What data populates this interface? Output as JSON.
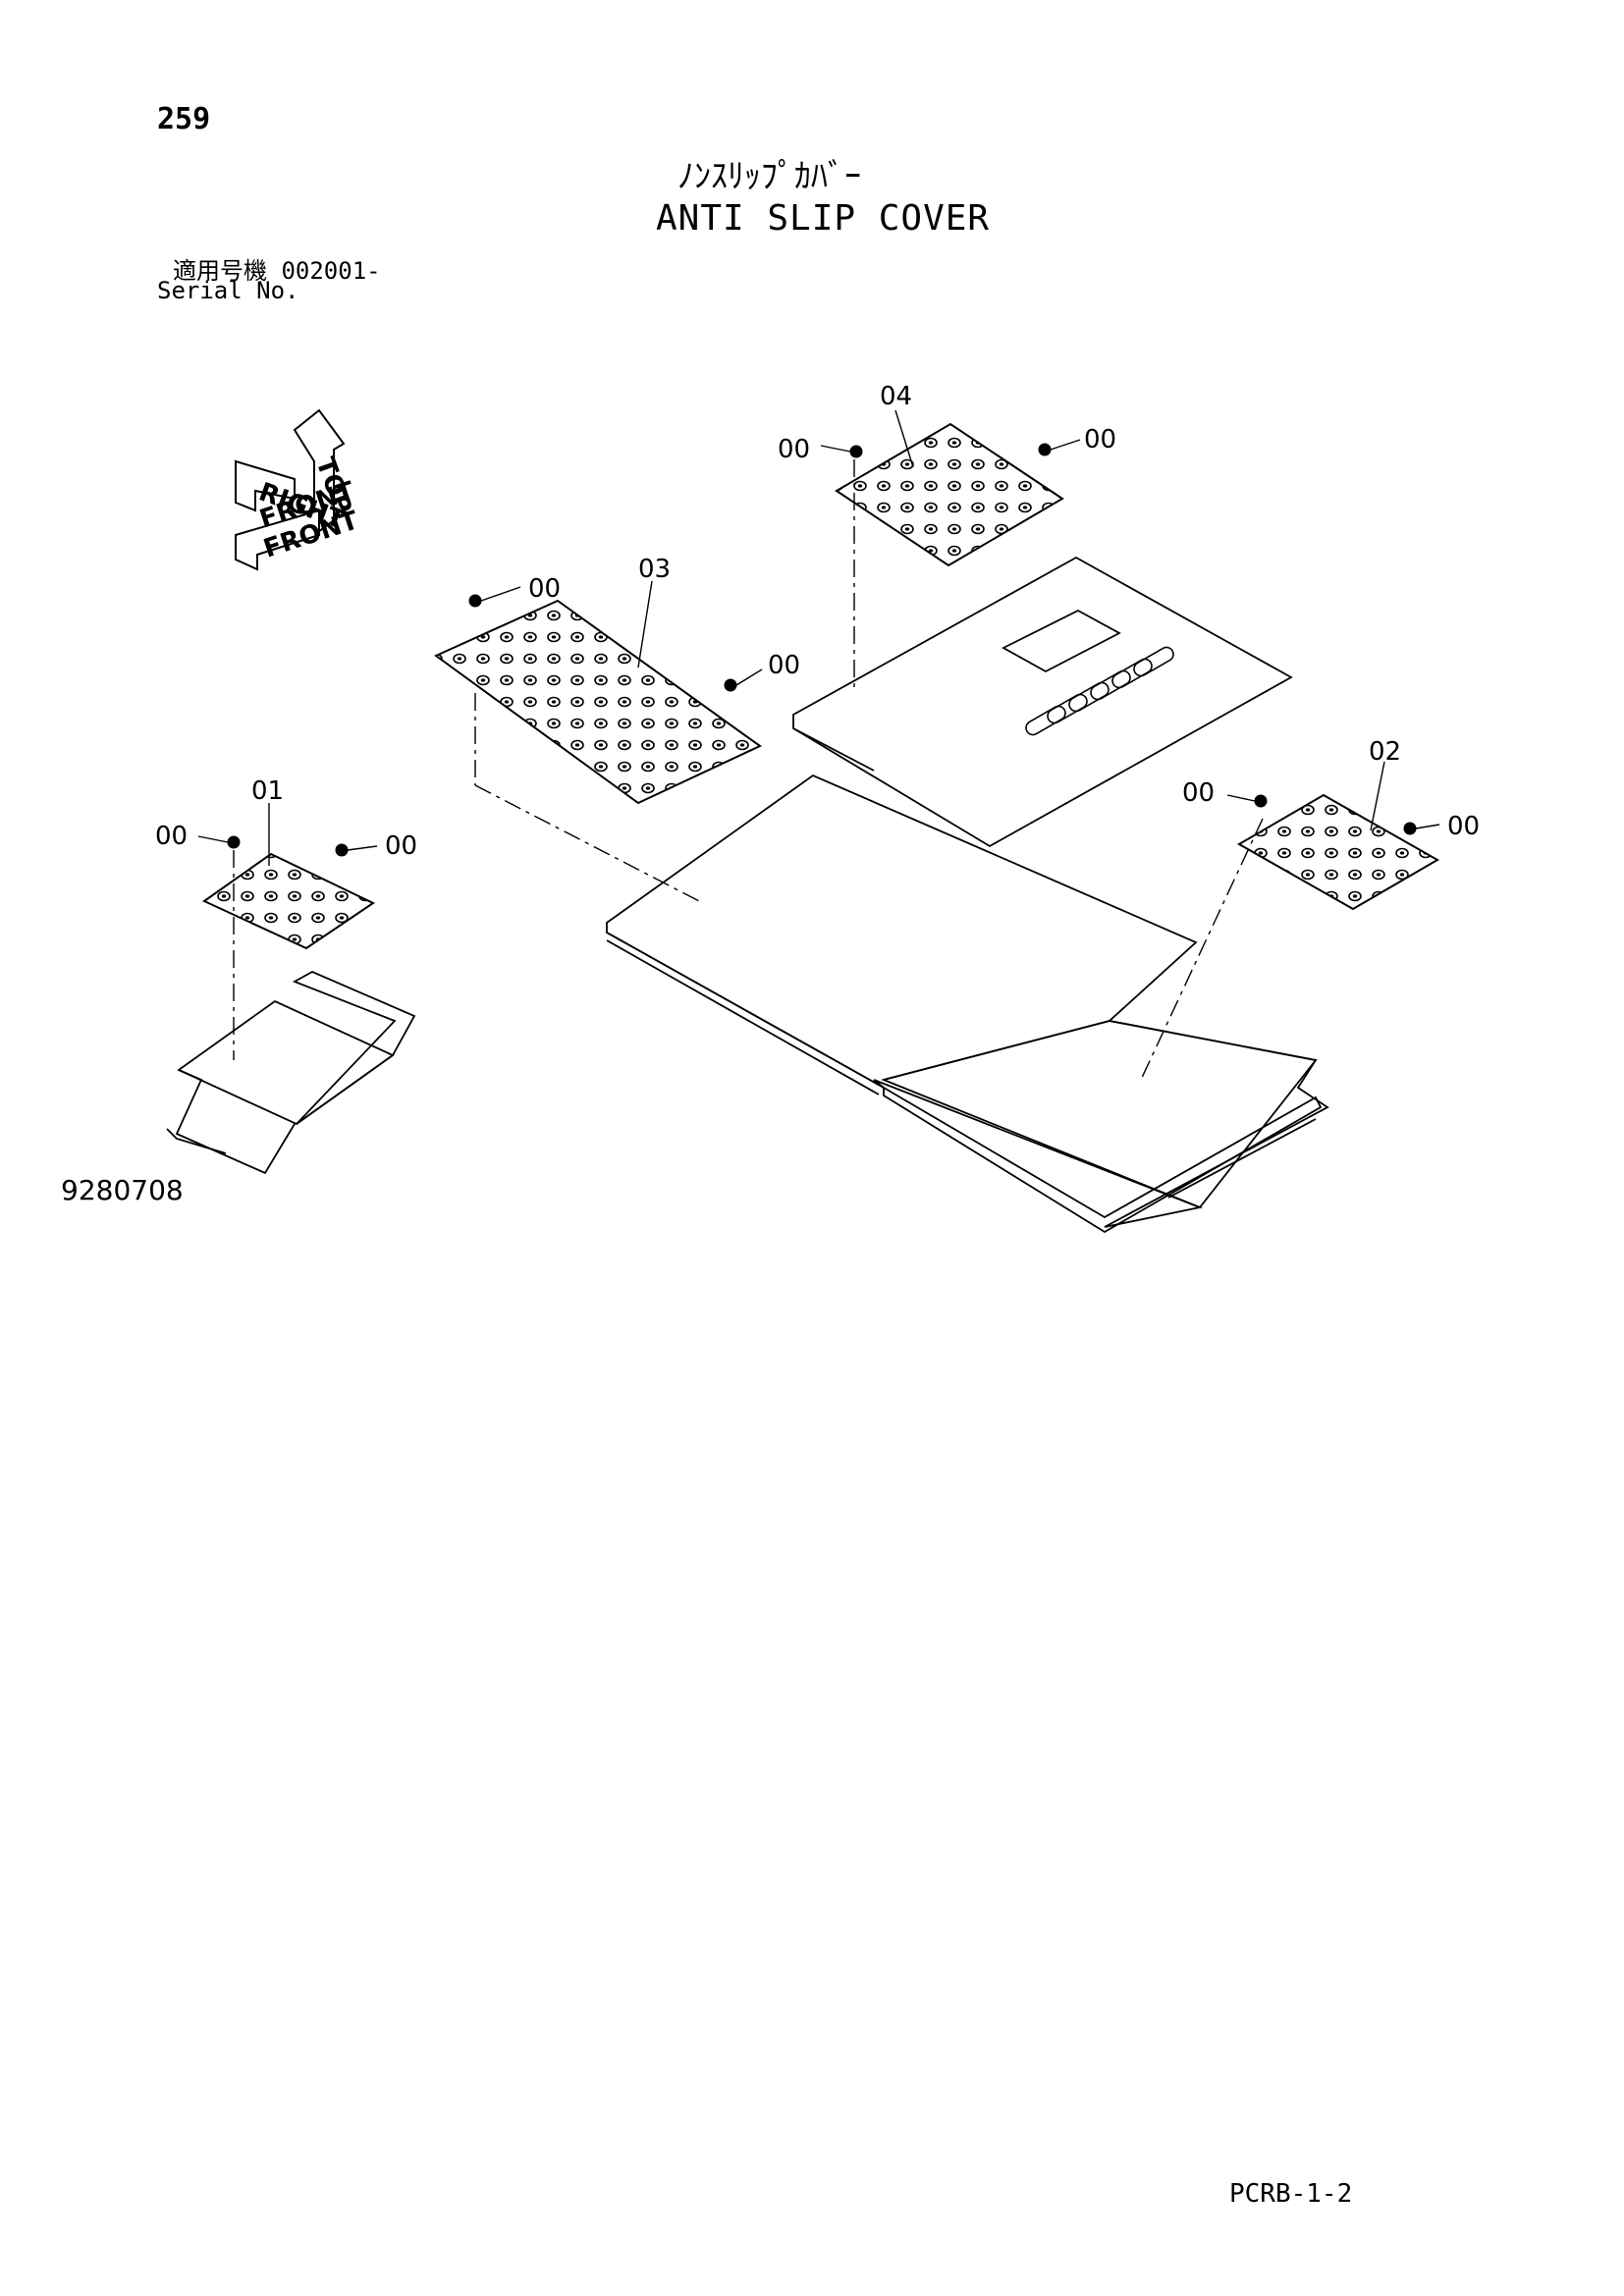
{
  "header": {
    "page_number": "259",
    "title_jp": "ﾉﾝｽﾘｯﾌﾟｶﾊﾞｰ",
    "title_en": "ANTI SLIP COVER",
    "serial_line_jp": "適用号機  002001-",
    "serial_line_en": "Serial No."
  },
  "orientation_icon": {
    "labels": [
      "RIGHT",
      "TOP",
      "FRONT",
      "FRONT"
    ]
  },
  "callouts": {
    "part_01": "01",
    "part_02": "02",
    "part_03": "03",
    "part_04": "04",
    "bolt": "00"
  },
  "footer": {
    "drawing_number": "9280708",
    "sheet_code": "PCRB-1-2"
  },
  "colors": {
    "line": "#000000",
    "background": "#ffffff"
  }
}
